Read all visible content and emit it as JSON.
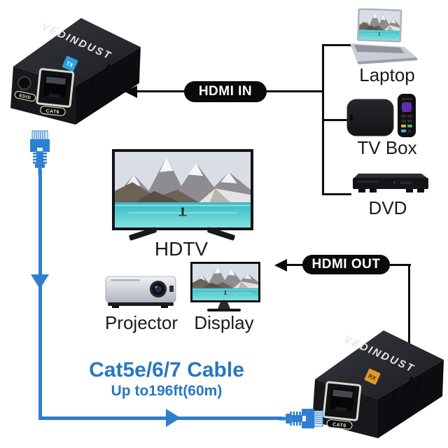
{
  "diagram": {
    "brand": "VEDINDUST",
    "transmitter": {
      "logo_text": "TX",
      "logo_color": "#2B9FE0",
      "port_label": "CAT6",
      "button_label": "EDID"
    },
    "receiver": {
      "logo_text": "RX",
      "logo_color": "#E0992A",
      "port_label": "CAT6"
    },
    "labels": {
      "hdmi_in": "HDMI IN",
      "hdmi_out": "HDMI OUT",
      "laptop": "Laptop",
      "tv_box": "TV Box",
      "dvd": "DVD",
      "hdtv": "HDTV",
      "projector": "Projector",
      "display": "Display"
    },
    "cable": {
      "title": "Cat5e/6/7 Cable",
      "subtitle": "Up to196ft(60m)",
      "color": "#2E7FD0",
      "text_color": "#2878BE"
    },
    "icons": {
      "screen_scene": "mountain-lake-landscape",
      "connector": "rj45-connector"
    }
  }
}
